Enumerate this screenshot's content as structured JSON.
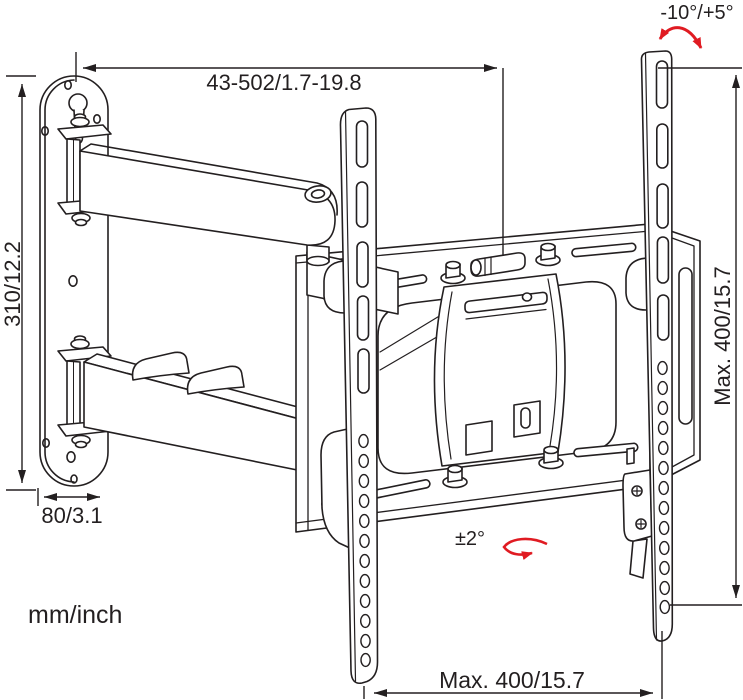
{
  "diagram": {
    "type": "technical-drawing",
    "units_note": "mm/inch",
    "colors": {
      "line": "#231f20",
      "accent_red": "#e01b22",
      "background": "#ffffff"
    },
    "labels": {
      "tilt_range": "-10°/+5°",
      "extension_range": "43-502/1.7-19.8",
      "wall_plate_height": "310/12.2",
      "wall_plate_width": "80/3.1",
      "vesa_max_vertical": "Max. 400/15.7",
      "vesa_max_horizontal": "Max. 400/15.7",
      "swivel_level_range": "±2°"
    }
  }
}
